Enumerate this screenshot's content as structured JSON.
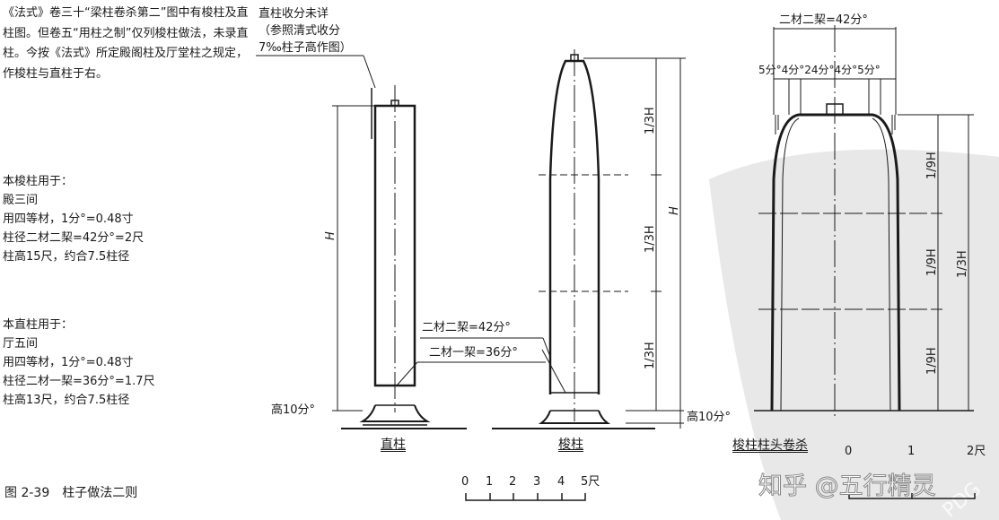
{
  "intro": "《法式》卷三十“梁柱卷杀第二”图中有梭柱及直柱图。但卷五“用柱之制”仅列梭柱做法，未录直柱。今按《法式》所定殿阁柱及厅堂柱之规定，作梭柱与直柱于右。",
  "shuttle_spec": [
    "本梭柱用于：",
    "殿三间",
    "用四等材，1分°=0.48寸",
    "柱径二材二栔=42分°=2尺",
    "柱高15尺，约合7.5柱径"
  ],
  "straight_spec": [
    "本直柱用于：",
    "厅五间",
    "用四等材，1分°=0.48寸",
    "柱径二材一栔=36分°=1.7尺",
    "柱高13尺，约合7.5柱径"
  ],
  "figure_caption": "图 2-39　柱子做法二则",
  "straight_note": [
    "直柱收分未详",
    "（参照清式收分",
    "7‰柱子高作图）"
  ],
  "labels": {
    "H": "H",
    "third_H": "1/3H",
    "ninth_H": "1/9H",
    "base_height": "高10分°",
    "dia_42": "二材二栔=42分°",
    "dia_36": "二材一栔=36分°",
    "top_total": "二材二栔=42分°",
    "top_parts": "5分°4分°24分°4分°5分°",
    "straight_title": "直柱",
    "shuttle_title": "梭柱",
    "head_title": "梭柱柱头卷杀"
  },
  "scale_main": {
    "ticks": [
      "0",
      "1",
      "2",
      "3",
      "4",
      "5尺"
    ]
  },
  "scale_head": {
    "ticks": [
      "0",
      "1",
      "2尺"
    ]
  },
  "watermark": "知乎 @五行精灵",
  "watermark_stamp": "PDG",
  "colors": {
    "ink": "#1a1a1a",
    "watermark": "#e6e6e6"
  }
}
